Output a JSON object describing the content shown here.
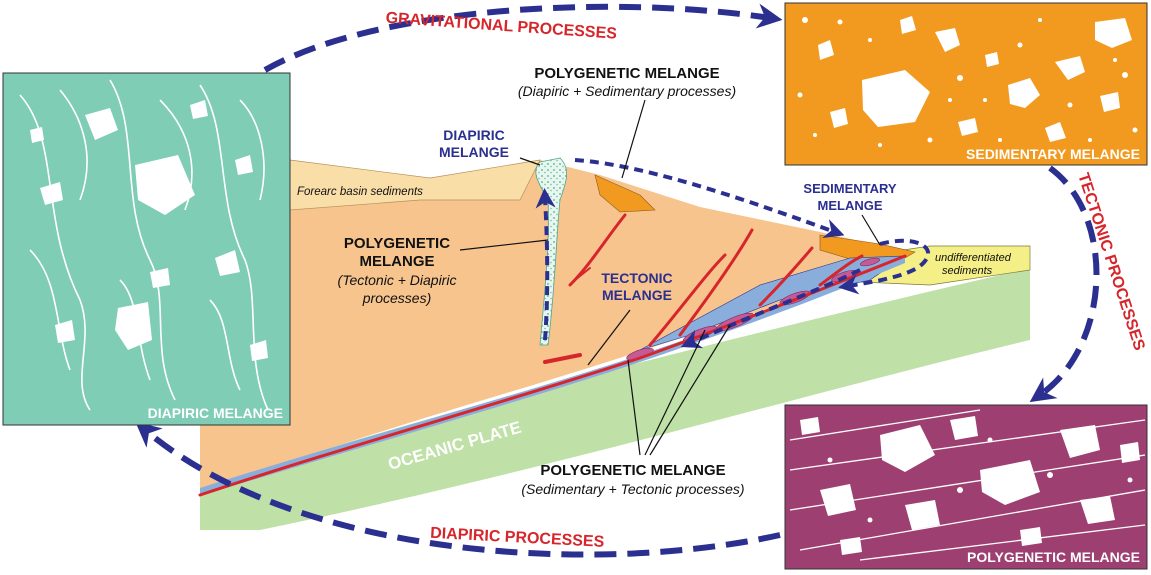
{
  "process_arrows": {
    "gravitational": "GRAVITATIONAL PROCESSES",
    "tectonic": "TECTONIC PROCESSES",
    "diapiric": "DIAPIRIC PROCESSES"
  },
  "panels": {
    "sedimentary": "SEDIMENTARY MELANGE",
    "diapiric": "DIAPIRIC MELANGE",
    "polygenetic": "POLYGENETIC MELANGE"
  },
  "labels": {
    "poly_top_title": "POLYGENETIC MELANGE",
    "poly_top_sub": "(Diapiric + Sedimentary processes)",
    "diapiric_l1": "DIAPIRIC",
    "diapiric_l2": "MELANGE",
    "forearc": "Forearc basin sediments",
    "poly_mid_l1": "POLYGENETIC",
    "poly_mid_l2": "MELANGE",
    "poly_mid_l3": "(Tectonic + Diapiric",
    "poly_mid_l4": "processes)",
    "sed_l1": "SEDIMENTARY",
    "sed_l2": "MELANGE",
    "undiff_l1": "undifferentiated",
    "undiff_l2": "sediments",
    "tect_l1": "TECTONIC",
    "tect_l2": "MELANGE",
    "oceanic": "OCEANIC PLATE",
    "poly_bot_title": "POLYGENETIC MELANGE",
    "poly_bot_sub": "(Sedimentary + Tectonic processes)"
  },
  "colors": {
    "orange_panel": "#f29a1f",
    "teal_panel": "#7fcdb5",
    "magenta_panel": "#9e3f72",
    "forearc_wedge": "#f7c48e",
    "oceanic_plate": "#bfe0a6",
    "undiff_sediments": "#f4ef86",
    "arrow_blue": "#2b2f8f",
    "label_red": "#d7262b"
  }
}
